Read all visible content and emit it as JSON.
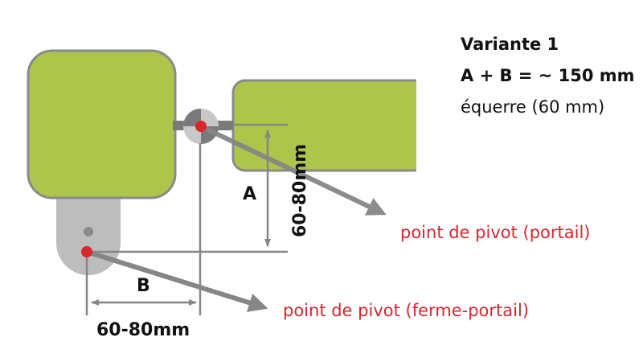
{
  "info": {
    "title": "Variante 1",
    "formula": "A + B = ~ 150 mm",
    "bracket": "équerre (60 mm)"
  },
  "labels": {
    "a": "A",
    "b": "B",
    "dim_a": "60-80mm",
    "dim_b": "60-80mm",
    "pivot_gate": "point de pivot (portail)",
    "pivot_post": "point de pivot (ferme-portail)"
  },
  "colors": {
    "green": "#adc54a",
    "gray": "#8a8a8a",
    "red": "#d9262c"
  }
}
